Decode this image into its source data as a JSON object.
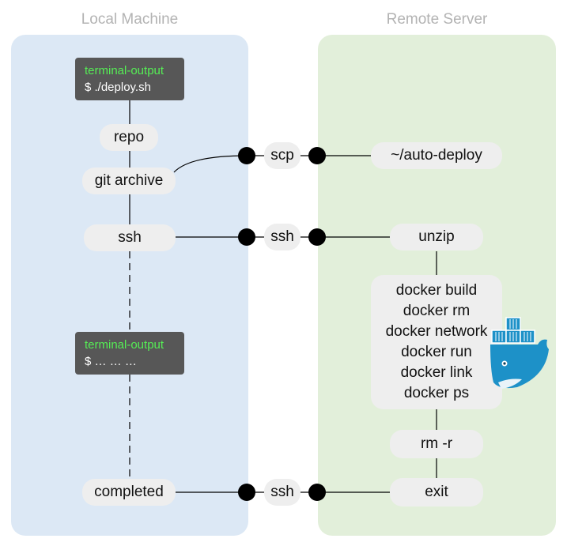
{
  "local": {
    "title": "Local Machine"
  },
  "remote": {
    "title": "Remote Server"
  },
  "terminal_top": {
    "header": "terminal-output",
    "command": "$ ./deploy.sh"
  },
  "terminal_mid": {
    "header": "terminal-output",
    "command": "$ … … …"
  },
  "local_nodes": {
    "repo": "repo",
    "git_archive": "git archive",
    "ssh": "ssh",
    "completed": "completed"
  },
  "connectors": {
    "scp": "scp",
    "ssh_1": "ssh",
    "ssh_2": "ssh"
  },
  "remote_nodes": {
    "auto_deploy": "~/auto-deploy",
    "unzip": "unzip",
    "docker_commands": [
      "docker build",
      "docker rm",
      "docker network",
      "docker run",
      "docker link",
      "docker ps"
    ],
    "rm_r": "rm -r",
    "exit": "exit"
  },
  "colors": {
    "local_bg": "#dce8f5",
    "remote_bg": "#e2efda",
    "docker_blue": "#1d91c8"
  },
  "icons": {
    "docker": "docker-whale-icon"
  }
}
